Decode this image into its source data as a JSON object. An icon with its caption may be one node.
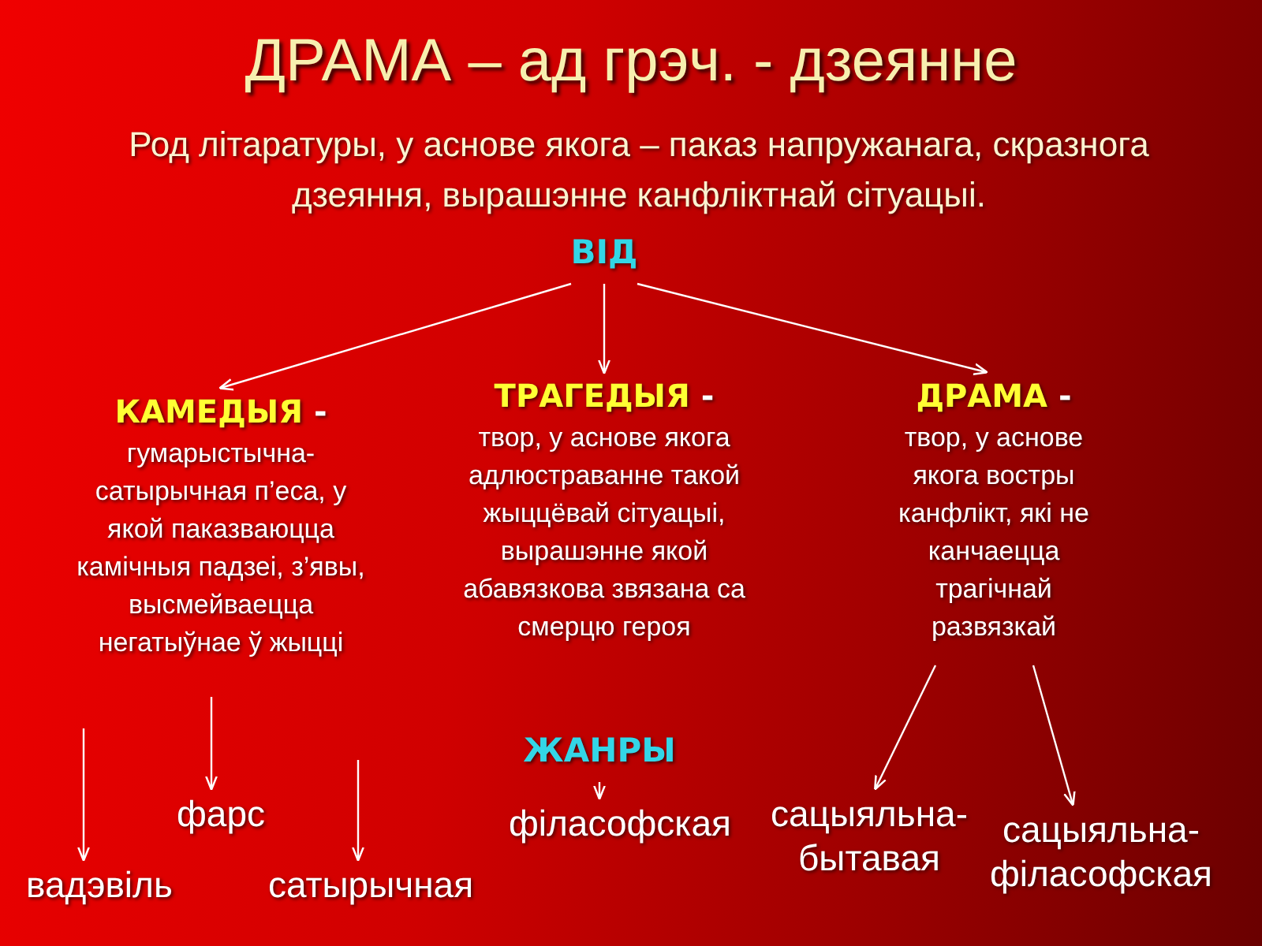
{
  "diagram": {
    "title": "ДРАМА – ад грэч. - дзеянне",
    "nodes": [
      {
        "text": [
          "ВІД"
        ]
      },
      {
        "text": [
          "**КАМЕДЫЯ** -",
          "гумарыстычна-сатырычная п’еса, у якой паказваюцца камічныя падзеі, з’явы, высмейваецца негатыўнае ў жыцці"
        ]
      },
      {
        "text": [
          "**ТРАГЕДЫЯ** -",
          "твор, у аснове якога адлюстраванне такой жыццёвай сітуацыі, вырашэнне якой абавязкова звязана са смерцю героя"
        ]
      },
      {
        "text": [
          "**ДРАМА** -",
          "твор, у аснове якога востры канфлікт, які не канчаецца трагічнай развязкай"
        ]
      },
      {
        "text": [
          "ЖАНРЫ"
        ]
      },
      {
        "text": [
          "фарс"
        ]
      },
      {
        "text": [
          "вадэвіль"
        ]
      },
      {
        "text": [
          "сатырычная"
        ]
      },
      {
        "text": [
          "філасофская"
        ]
      },
      {
        "text": [
          "сацыяльна-бытавая"
        ]
      },
      {
        "text": [
          "сацыяльна-філасофская"
        ]
      }
    ],
    "edges": [
      {
        "from": 0,
        "to": 1,
        "arrow": "to"
      },
      {
        "from": 0,
        "to": 2,
        "arrow": "to"
      },
      {
        "from": 0,
        "to": 3,
        "arrow": "to"
      },
      {
        "from": null,
        "to": 6,
        "arrow": "to"
      },
      {
        "from": null,
        "to": 5,
        "arrow": "to"
      },
      {
        "from": null,
        "to": 7,
        "arrow": "to"
      },
      {
        "from": 4,
        "to": 8,
        "arrow": "to"
      },
      {
        "from": 3,
        "to": 9,
        "arrow": "to"
      },
      {
        "from": 3,
        "to": 10,
        "arrow": "to"
      }
    ],
    "labels": [
      "Род літаратуры, у аснове якога – паказ напружанага, скразнога дзеяння, вырашэнне канфліктнай сітуацыі."
    ]
  }
}
